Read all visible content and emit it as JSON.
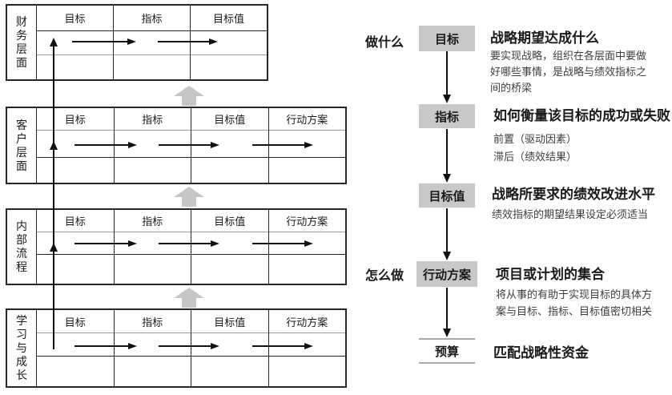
{
  "scorecard": {
    "perspectives": [
      {
        "label": "财务层面",
        "columns": [
          "目标",
          "指标",
          "目标值"
        ]
      },
      {
        "label": "客户层面",
        "columns": [
          "目标",
          "指标",
          "目标值",
          "行动方案"
        ]
      },
      {
        "label": "内部流程",
        "columns": [
          "目标",
          "指标",
          "目标值",
          "行动方案"
        ]
      },
      {
        "label": "学习与成长",
        "columns": [
          "目标",
          "指标",
          "目标值",
          "行动方案"
        ]
      }
    ]
  },
  "flow": {
    "side_labels": {
      "what_to_do": "做什么",
      "how_to_do": "怎么做"
    },
    "steps": [
      {
        "box": "目标",
        "title": "战略期望达成什么",
        "body": "要实现战略，组织在各层面中要做好哪些事情，是战略与绩效指标之间的桥梁"
      },
      {
        "box": "指标",
        "title": "如何衡量该目标的成功或失败",
        "notes": [
          "前置（驱动因素）",
          "滞后（绩效结果）"
        ]
      },
      {
        "box": "目标值",
        "title": "战略所要求的绩效改进水平",
        "body": "绩效指标的期望结果设定必须适当"
      },
      {
        "box": "行动方案",
        "title": "项目或计划的集合",
        "body": "将从事的有助于实现目标的具体方案与目标、指标、目标值密切相关"
      },
      {
        "box": "预算",
        "title": "匹配战略性资金"
      }
    ]
  },
  "colors": {
    "box_gray": "#c8c8c8",
    "block_arrow_gray": "#c6c6c6",
    "table_border": "#262626",
    "row_separator_gray": "#9a9a9a",
    "budget_rule_gray": "#a8a8a8",
    "arrow_black": "#111111"
  }
}
